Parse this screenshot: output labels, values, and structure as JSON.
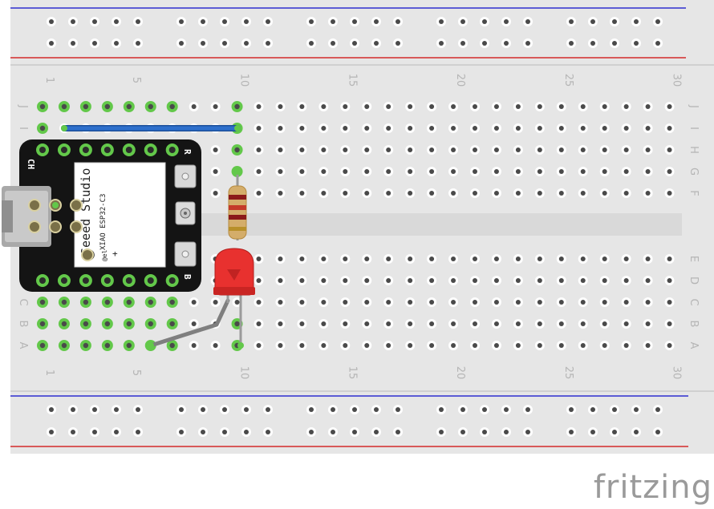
{
  "breadboard": {
    "colors": {
      "board": "#e6e6e6",
      "center_channel": "#d9d9d9",
      "hole": "#4a4a4a",
      "hole_active": "#63c84a",
      "rail_blue": "#2f2fcf",
      "rail_red": "#d42a2a",
      "label": "#b5b5b5"
    },
    "column_labels": [
      "1",
      "5",
      "10",
      "15",
      "20",
      "25",
      "30"
    ],
    "row_labels_top": [
      "J",
      "I",
      "H",
      "G",
      "F"
    ],
    "row_labels_bottom": [
      "E",
      "D",
      "C",
      "B",
      "A"
    ]
  },
  "board_module": {
    "name": "Seeed Studio XIAO ESP32-C3",
    "brand_text": "Seeed Studio",
    "model_text": "XIAO ESP32-C3",
    "logo_text": "@el",
    "plus_label": "+",
    "ch_label": "CH",
    "r_label": "R",
    "b_label": "B",
    "colors": {
      "pcb": "#141414",
      "shield": "#ffffff",
      "usb": "#bfbfbf"
    }
  },
  "components": {
    "resistor": {
      "name": "resistor",
      "body_color": "#d4ad6a",
      "bands": [
        "#8b1a1a",
        "#c43a2a",
        "#8b1a1a",
        "#b8902a"
      ]
    },
    "led": {
      "name": "red LED",
      "color": "#e8312f"
    },
    "jumper": {
      "name": "blue jumper wire",
      "color": "#2d6fcc"
    },
    "ground_wire": {
      "name": "grey wire",
      "color": "#8a8a8a"
    }
  },
  "watermark": {
    "text": "fritzing"
  }
}
